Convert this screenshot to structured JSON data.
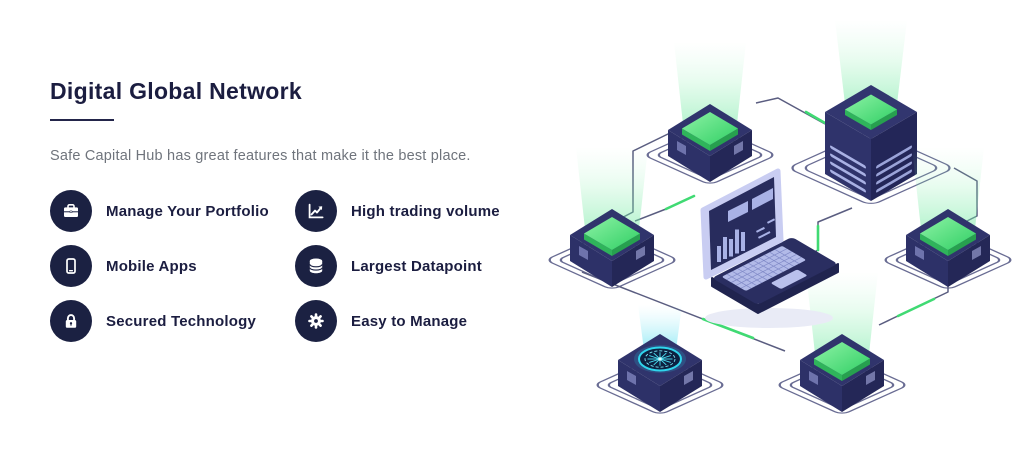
{
  "header": {
    "title": "Digital Global Network",
    "subtitle": "Safe Capital Hub has great features that make it the best place."
  },
  "features": {
    "items": [
      {
        "icon": "briefcase-icon",
        "label": "Manage Your Portfolio"
      },
      {
        "icon": "trend-chart-icon",
        "label": "High trading volume"
      },
      {
        "icon": "mobile-phone-icon",
        "label": "Mobile Apps"
      },
      {
        "icon": "database-icon",
        "label": "Largest Datapoint"
      },
      {
        "icon": "lock-icon",
        "label": "Secured Technology"
      },
      {
        "icon": "gear-icon",
        "label": "Easy to Manage"
      }
    ]
  },
  "illustration": {
    "nodes": [
      "green-cube-node-top-left",
      "server-tower-top-right",
      "green-cube-node-mid-left",
      "green-cube-node-mid-right",
      "laptop-with-chart",
      "globe-hologram-node-bottom-left",
      "green-cube-node-bottom-right"
    ]
  },
  "colors": {
    "heading": "#1b1d40",
    "body_text": "#6f747c",
    "icon_circle_bg": "#1b2142",
    "accent_green": "#4ade80",
    "beam_green": "#86efac",
    "navy": "#2b2f66",
    "cyan": "#2fd5ec"
  }
}
